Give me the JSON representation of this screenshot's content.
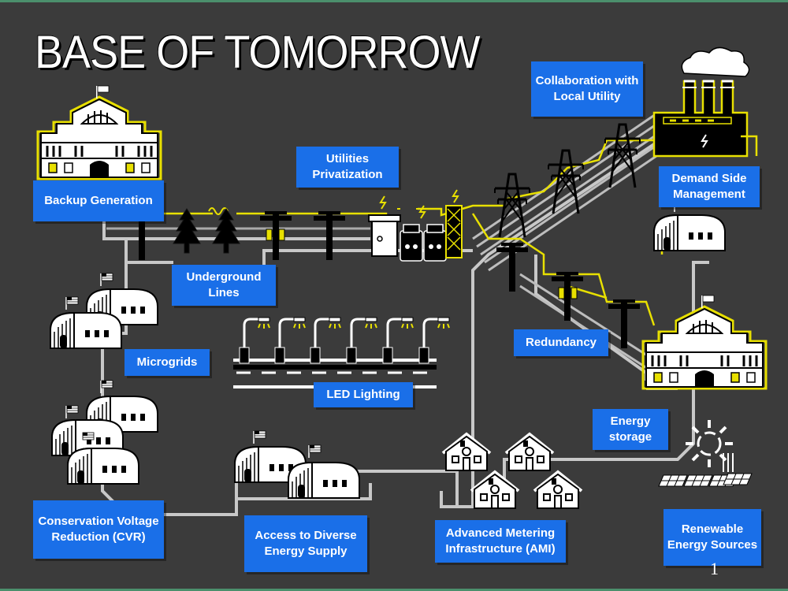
{
  "title": "BASE OF TOMORROW",
  "page_number": "1",
  "labels": {
    "collaboration": "Collaboration with Local Utility",
    "backup": "Backup Generation",
    "privatization": "Utilities Privatization",
    "demand": "Demand Side Management",
    "underground": "Underground Lines",
    "microgrids": "Microgrids",
    "redundancy": "Redundancy",
    "led": "LED Lighting",
    "storage": "Energy storage",
    "cvr": "Conservation Voltage Reduction (CVR)",
    "access": "Access to Diverse Energy Supply",
    "ami": "Advanced Metering Infrastructure (AMI)",
    "renewable": "Renewable Energy Sources"
  },
  "colors": {
    "background": "#3b3b3b",
    "label_blue": "#1a6fe8",
    "power_line": "#e8e000",
    "road": "#c8c8c8",
    "border": "#4b8f6c"
  },
  "icons": [
    "headquarters-building-icon",
    "quonset-hut-icon",
    "house-icon",
    "power-plant-icon",
    "transmission-tower-icon",
    "utility-pole-icon",
    "pine-tree-icon",
    "street-light-icon",
    "transformer-icon",
    "sun-icon",
    "solar-panel-icon",
    "flag-icon"
  ]
}
